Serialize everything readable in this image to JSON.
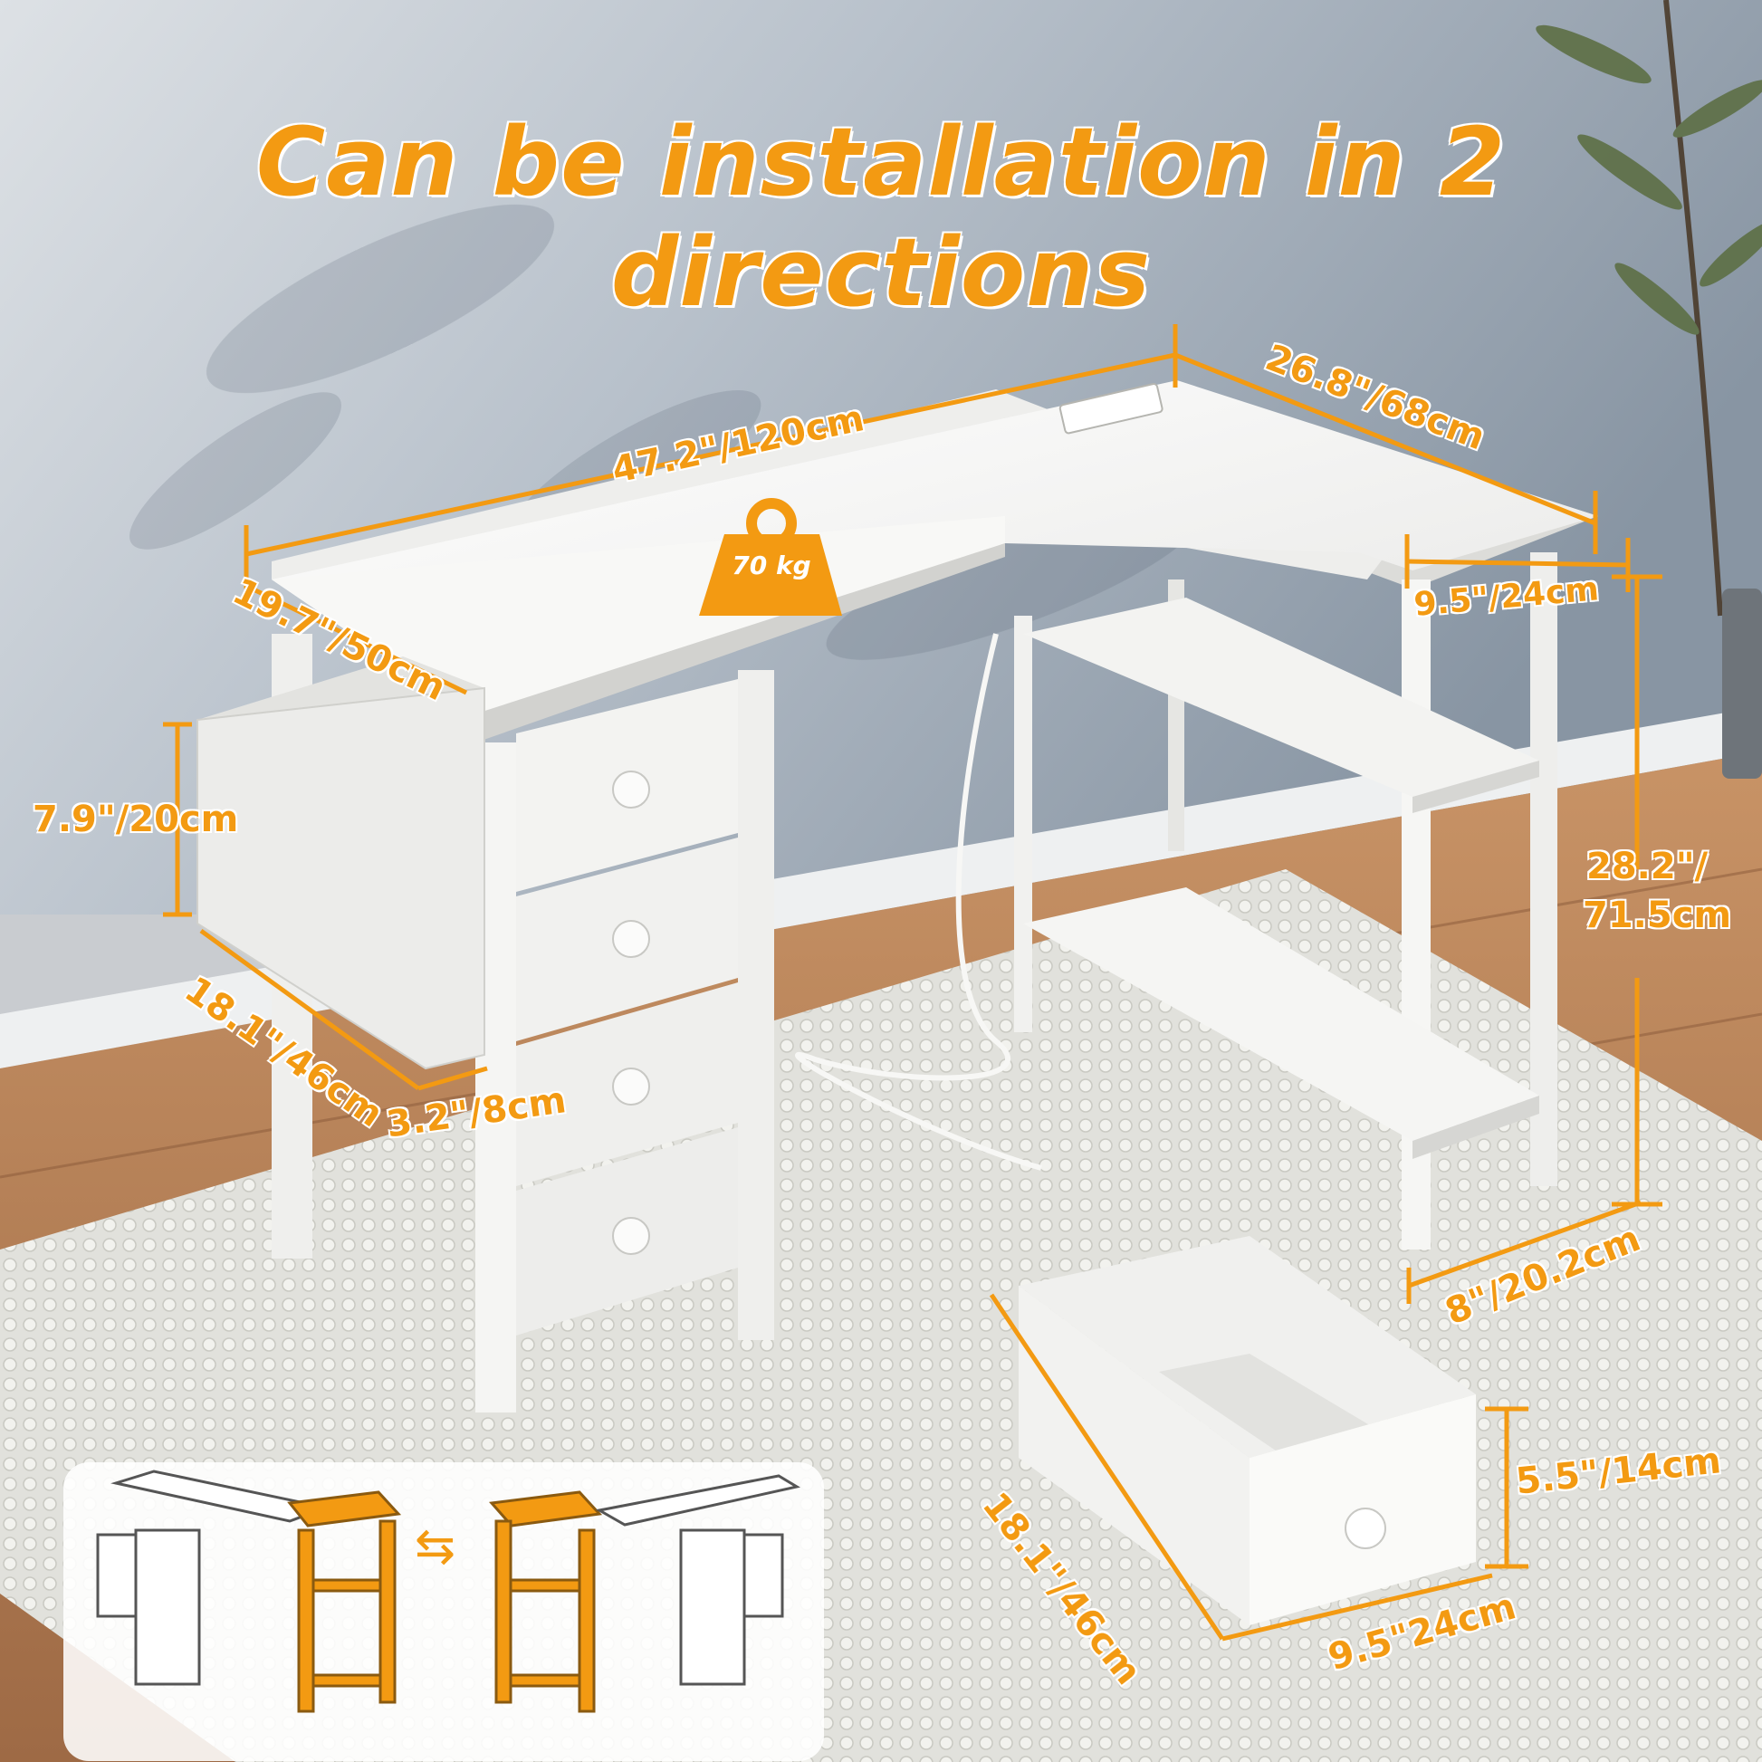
{
  "title": "Can be installation in 2 directions",
  "weight": {
    "label": "70 kg",
    "icon": "weight-icon"
  },
  "dimensions": {
    "desk_length": "47.2\"/120cm",
    "return_length": "26.8\"/68cm",
    "desk_depth": "19.7\"/50cm",
    "shelf_depth": "9.5\"/24cm",
    "height_line1": "28.2\"/",
    "height_line2": "71.5cm",
    "pouch_height": "7.9\"/20cm",
    "pouch_length": "18.1\"/46cm",
    "pouch_depth": "3.2\"/8cm",
    "shelf_width": "8\"/20.2cm",
    "drawer_length": "18.1\"/46cm",
    "drawer_height": "5.5\"/14cm",
    "drawer_width": "9.5\"24cm"
  },
  "inset": {
    "swap_icon": "⇆"
  },
  "colors": {
    "accent": "#f39a12",
    "desk": "#f4f4f2",
    "wall": "#aab4bf",
    "floor": "#b9825a"
  }
}
